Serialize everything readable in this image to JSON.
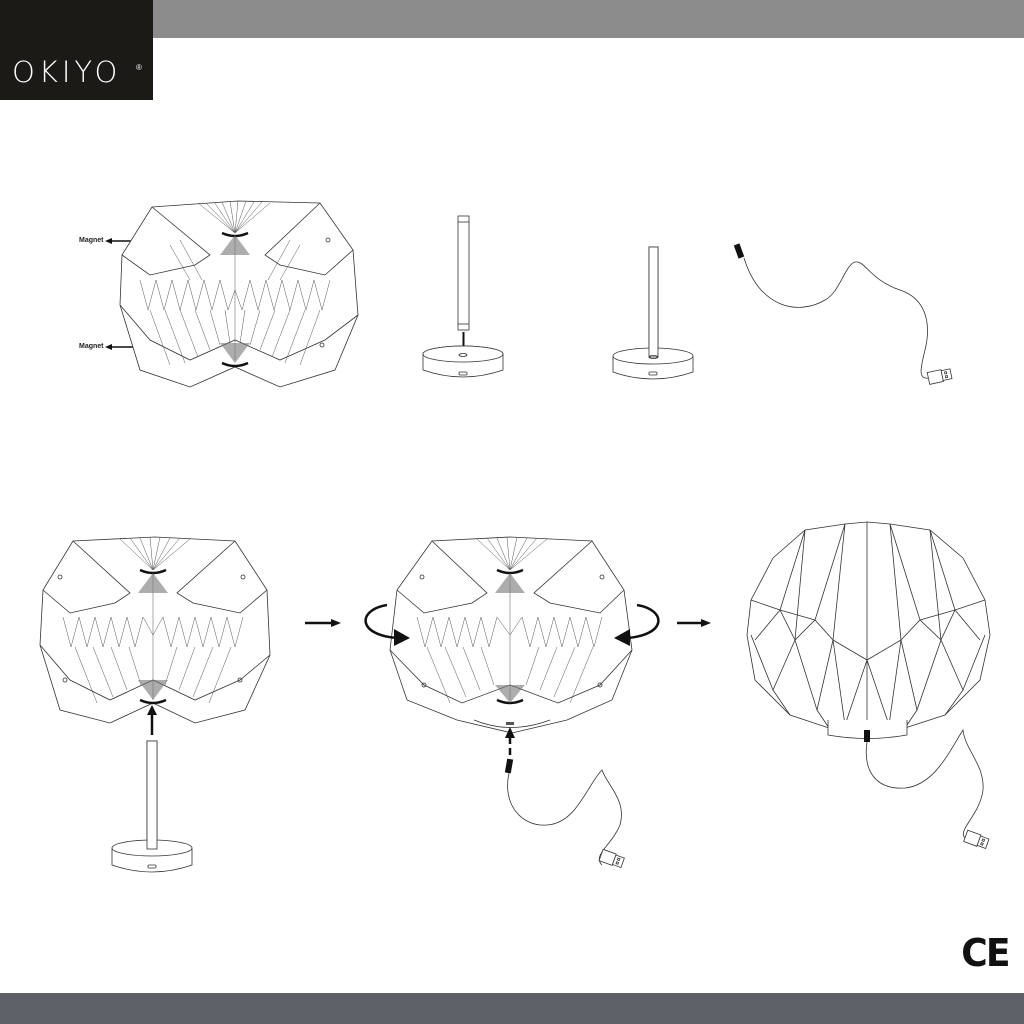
{
  "header": {
    "brand": "OKIYO",
    "registered_mark": "®",
    "brand_bg_color": "#1b1a17",
    "bar_color": "#8c8c8c"
  },
  "steps": [
    {
      "id": 1,
      "title_visible": false,
      "description": "Folded lampshade with magnets",
      "labels": [
        "Magnet",
        "Magnet"
      ]
    },
    {
      "id": 2,
      "description": "Insert rod into base",
      "icon": "down-arrow-icon"
    },
    {
      "id": 3,
      "description": "Rod assembled in base"
    },
    {
      "id": 4,
      "description": "USB power cable"
    },
    {
      "id": 5,
      "description": "Place folded shade onto rod",
      "icon": "up-arrow-icon"
    },
    {
      "id": 6,
      "description": "Rotate shade to open and connect cable",
      "icons": [
        "rotate-left-icon",
        "rotate-right-icon",
        "up-arrow-icon"
      ]
    },
    {
      "id": 7,
      "description": "Finished lamp with cable connected"
    }
  ],
  "flow_arrows": [
    "right-arrow-icon",
    "right-arrow-icon"
  ],
  "footer": {
    "certification": "CE",
    "bar_color": "#5d6066"
  }
}
